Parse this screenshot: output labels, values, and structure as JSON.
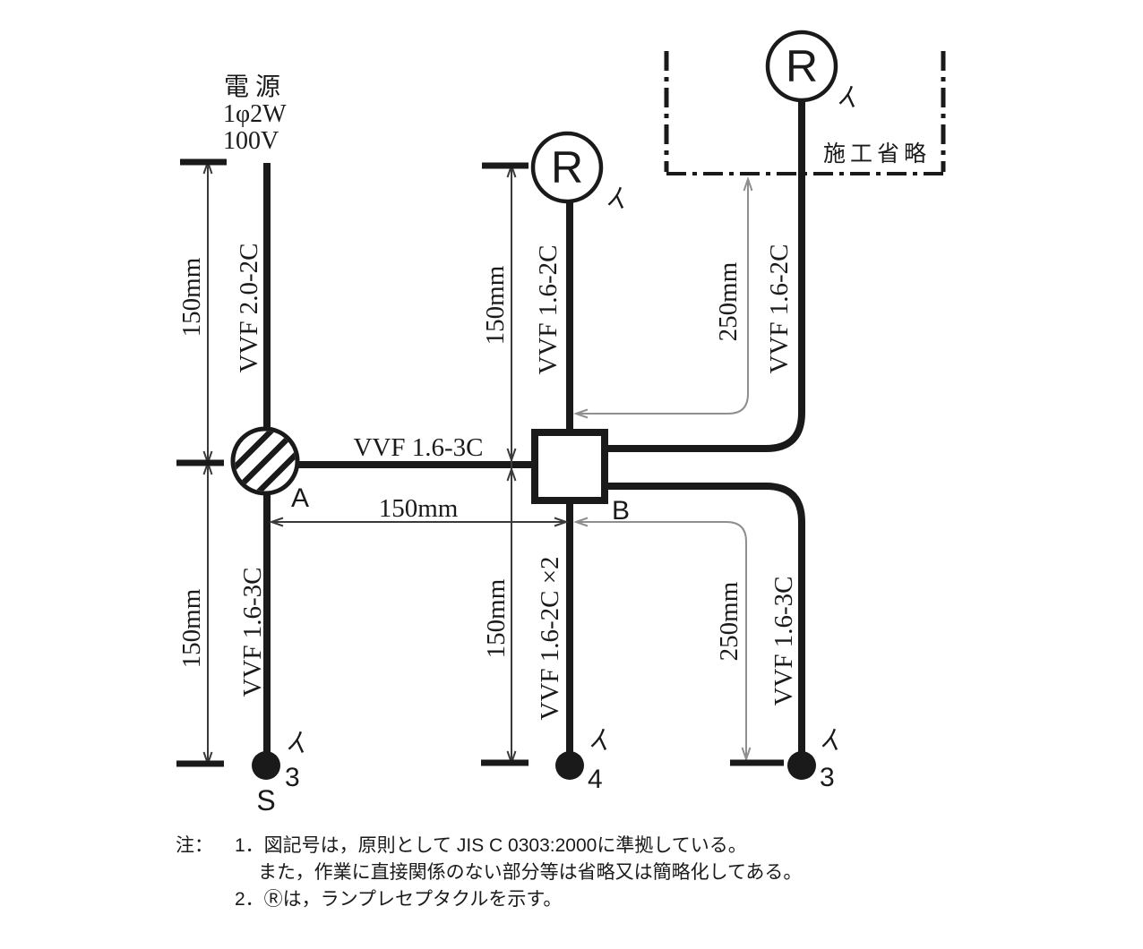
{
  "power": {
    "name": "電 源",
    "phase": "1φ2W",
    "voltage": "100V"
  },
  "cables": {
    "source": "VVF 2.0-2C",
    "a_down": "VVF 1.6-3C",
    "a_to_b": "VVF 1.6-3C",
    "b_up": "VVF 1.6-2C",
    "b_down": "VVF 1.6-2C ×2",
    "b_right_up": "VVF 1.6-2C",
    "b_right_down": "VVF 1.6-3C"
  },
  "dimensions": {
    "left_top": "150mm",
    "left_bottom": "150mm",
    "mid_top": "150mm",
    "mid_bottom": "150mm",
    "a_to_b": "150mm",
    "right_top": "250mm",
    "right_bottom": "250mm"
  },
  "junctions": {
    "a_label": "A",
    "b_label": "B"
  },
  "devices": {
    "lamp_symbol": "R",
    "lamp_mid_circuit": "イ",
    "lamp_right_circuit": "イ",
    "switch_left": {
      "circuit": "イ",
      "ways": "3",
      "tag": "S"
    },
    "switch_mid": {
      "circuit": "イ",
      "ways": "4"
    },
    "switch_right": {
      "circuit": "イ",
      "ways": "3"
    }
  },
  "omission_label": "施工省略",
  "notes": {
    "prefix": "注：",
    "line1": "1．図記号は，原則として JIS C 0303:2000に準拠している。",
    "line2": "また，作業に直接関係のない部分等は省略又は簡略化してある。",
    "line3": "2．Ⓡは，ランプレセプタクルを示す。"
  }
}
